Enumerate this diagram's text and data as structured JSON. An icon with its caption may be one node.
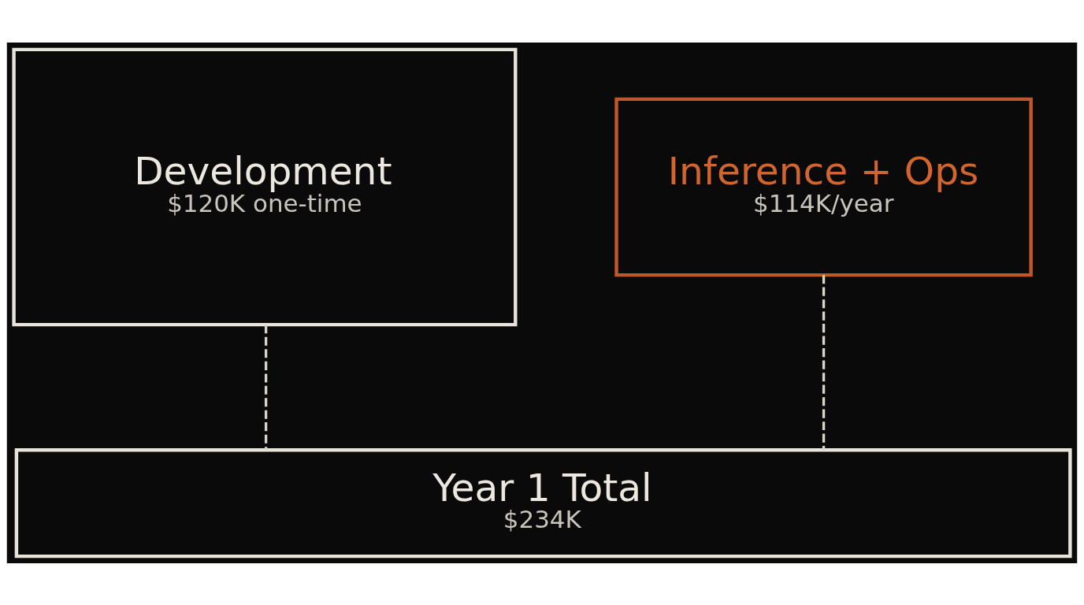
{
  "diagram": {
    "nodes": [
      {
        "text": [
          "Development",
          "$120K one-time"
        ]
      },
      {
        "text": [
          "Inference + Ops",
          "$114K/year"
        ]
      },
      {
        "text": [
          "Year 1 Total",
          "$234K"
        ]
      }
    ],
    "edges": [
      {
        "from": 0,
        "to": 2,
        "arrow": "none",
        "style": "dashed"
      },
      {
        "from": 1,
        "to": 2,
        "arrow": "none",
        "style": "dashed"
      }
    ]
  }
}
